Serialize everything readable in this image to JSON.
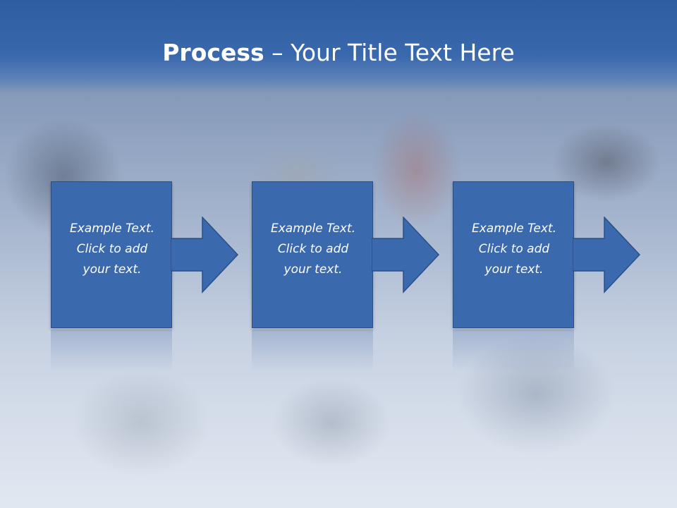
{
  "slide": {
    "title_bold": "Process",
    "title_rest": " – Your Title Text Here"
  },
  "steps": [
    {
      "line1": "Example Text.",
      "line2": "Click  to add",
      "line3": "your text."
    },
    {
      "line1": "Example Text.",
      "line2": "Click  to add",
      "line3": "your text."
    },
    {
      "line1": "Example Text.",
      "line2": "Click  to add",
      "line3": "your text."
    }
  ],
  "colors": {
    "header": "#3a68ad",
    "box_fill": "#3a69ae",
    "box_border": "#2a4f88",
    "text": "#ffffff"
  },
  "icons": [
    "right-arrow-icon",
    "right-arrow-icon",
    "right-arrow-icon"
  ]
}
